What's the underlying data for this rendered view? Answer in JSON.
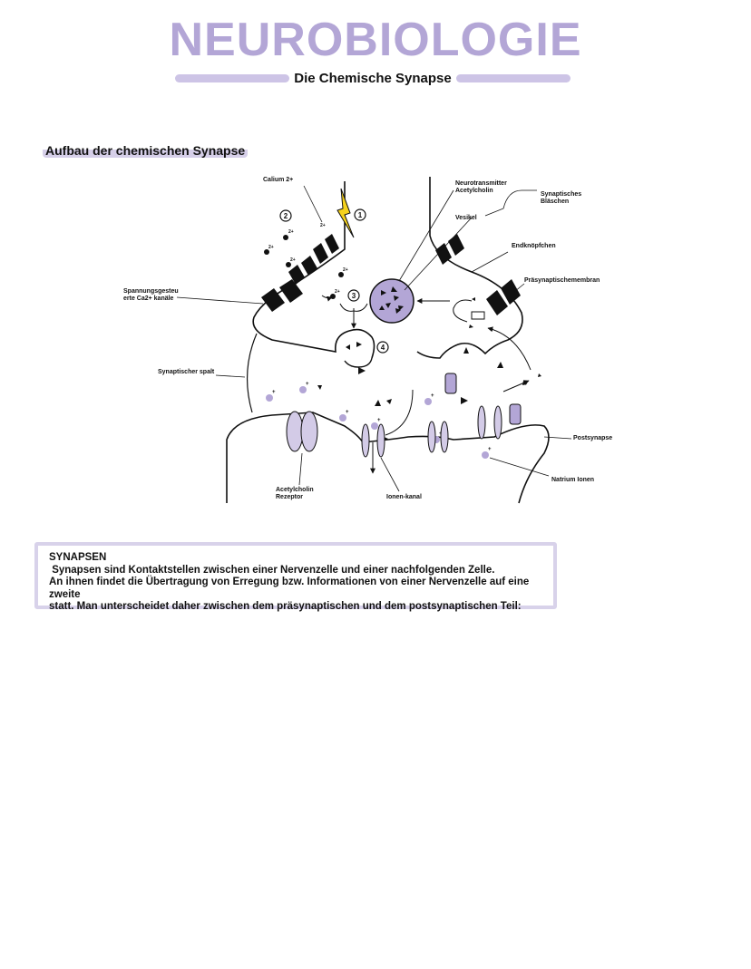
{
  "header": {
    "title": "NEUROBIOLOGIE",
    "subtitle": "Die Chemische Synapse"
  },
  "section": {
    "title": "Aufbau der chemischen Synapse"
  },
  "diagram": {
    "labels": {
      "calcium": "Calium 2+",
      "neurotransmitter": "Neurotransmitter Acetylcholin",
      "neurotransmitter_l1": "Neurotransmitter",
      "neurotransmitter_l2": "Acetylcholin",
      "vesicle": "Vesikel",
      "synaptic_vesicle_l1": "Synaptisches",
      "synaptic_vesicle_l2": "Bläschen",
      "end_bulb": "Endknöpfchen",
      "presynaptic_membrane": "Präsynaptischemembran",
      "ca_channels_l1": "Spannungsgesteu",
      "ca_channels_l2": "erte Ca2+ kanäle",
      "synaptic_cleft": "Synaptischer spalt",
      "postsynapse": "Postsynapse",
      "sodium_ions": "Natrium Ionen",
      "receptor_l1": "Acetylcholin",
      "receptor_l2": "Rezeptor",
      "ion_channel": "Ionen-kanal"
    },
    "ion_charges": {
      "ca": "2+",
      "na": "+"
    },
    "steps": [
      "1",
      "2",
      "3",
      "4"
    ],
    "colors": {
      "accent": "#b3a6d6",
      "membrane_protein": "#d3cbe7",
      "lightning": "#f5d21d"
    }
  },
  "info": {
    "heading": "SYNAPSEN",
    "line1": " Synapsen sind Kontaktstellen zwischen einer Nervenzelle und einer nachfolgenden Zelle.",
    "line2": "An ihnen findet die Übertragung von Erregung bzw. Informationen von einer Nervenzelle auf eine zweite",
    "line3": "statt. Man unterscheidet daher zwischen dem präsynaptischen und dem postsynaptischen Teil:"
  }
}
